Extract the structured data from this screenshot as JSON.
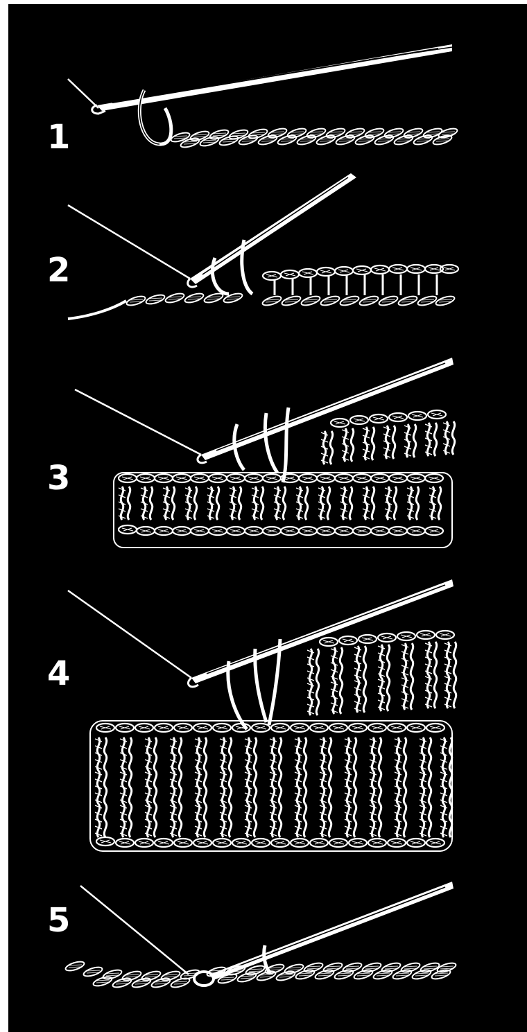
{
  "steps": [
    {
      "number": "1"
    },
    {
      "number": "2"
    },
    {
      "number": "3"
    },
    {
      "number": "4"
    },
    {
      "number": "5"
    }
  ],
  "colors": {
    "background": "#000000",
    "ink": "#ffffff"
  },
  "icons": [
    "crochet-hook-icon",
    "yarn-strand-icon",
    "chain-stitch-icon",
    "stitch-rows-icon"
  ]
}
